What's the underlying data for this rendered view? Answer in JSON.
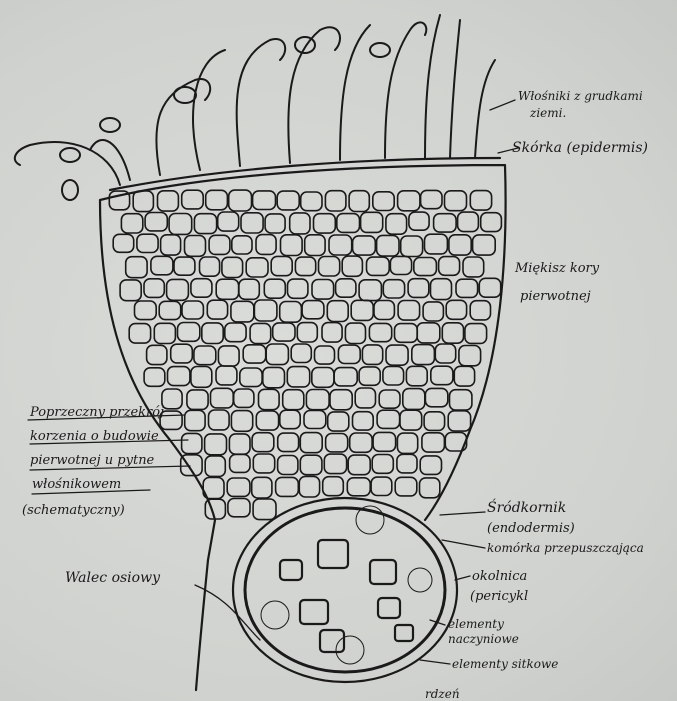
{
  "labels": {
    "root_hairs": [
      "Włośniki z grudkami",
      "ziemi."
    ],
    "epidermis": "Skórka (epidermis)",
    "cortex": [
      "Miękisz kory",
      "pierwotnej"
    ],
    "title": [
      "Poprzeczny przekrój",
      "korzenia o budowie",
      "pierwotnej u pytne",
      "włośnikowem",
      "(schematyczny)"
    ],
    "endodermis": [
      "Śródkornik",
      "(endodermis)"
    ],
    "passage_cell": "komórka przepuszczająca",
    "pericycle": [
      "okolnica",
      "(pericykl"
    ],
    "xylem": [
      "elementy",
      "naczyniowe"
    ],
    "phloem": "elementy sitkowe",
    "stele": "Walec osiowy",
    "bottom": "rdzeń"
  },
  "colors": {
    "ink": "#1a1a1a",
    "paper": "#d4d6d3"
  }
}
